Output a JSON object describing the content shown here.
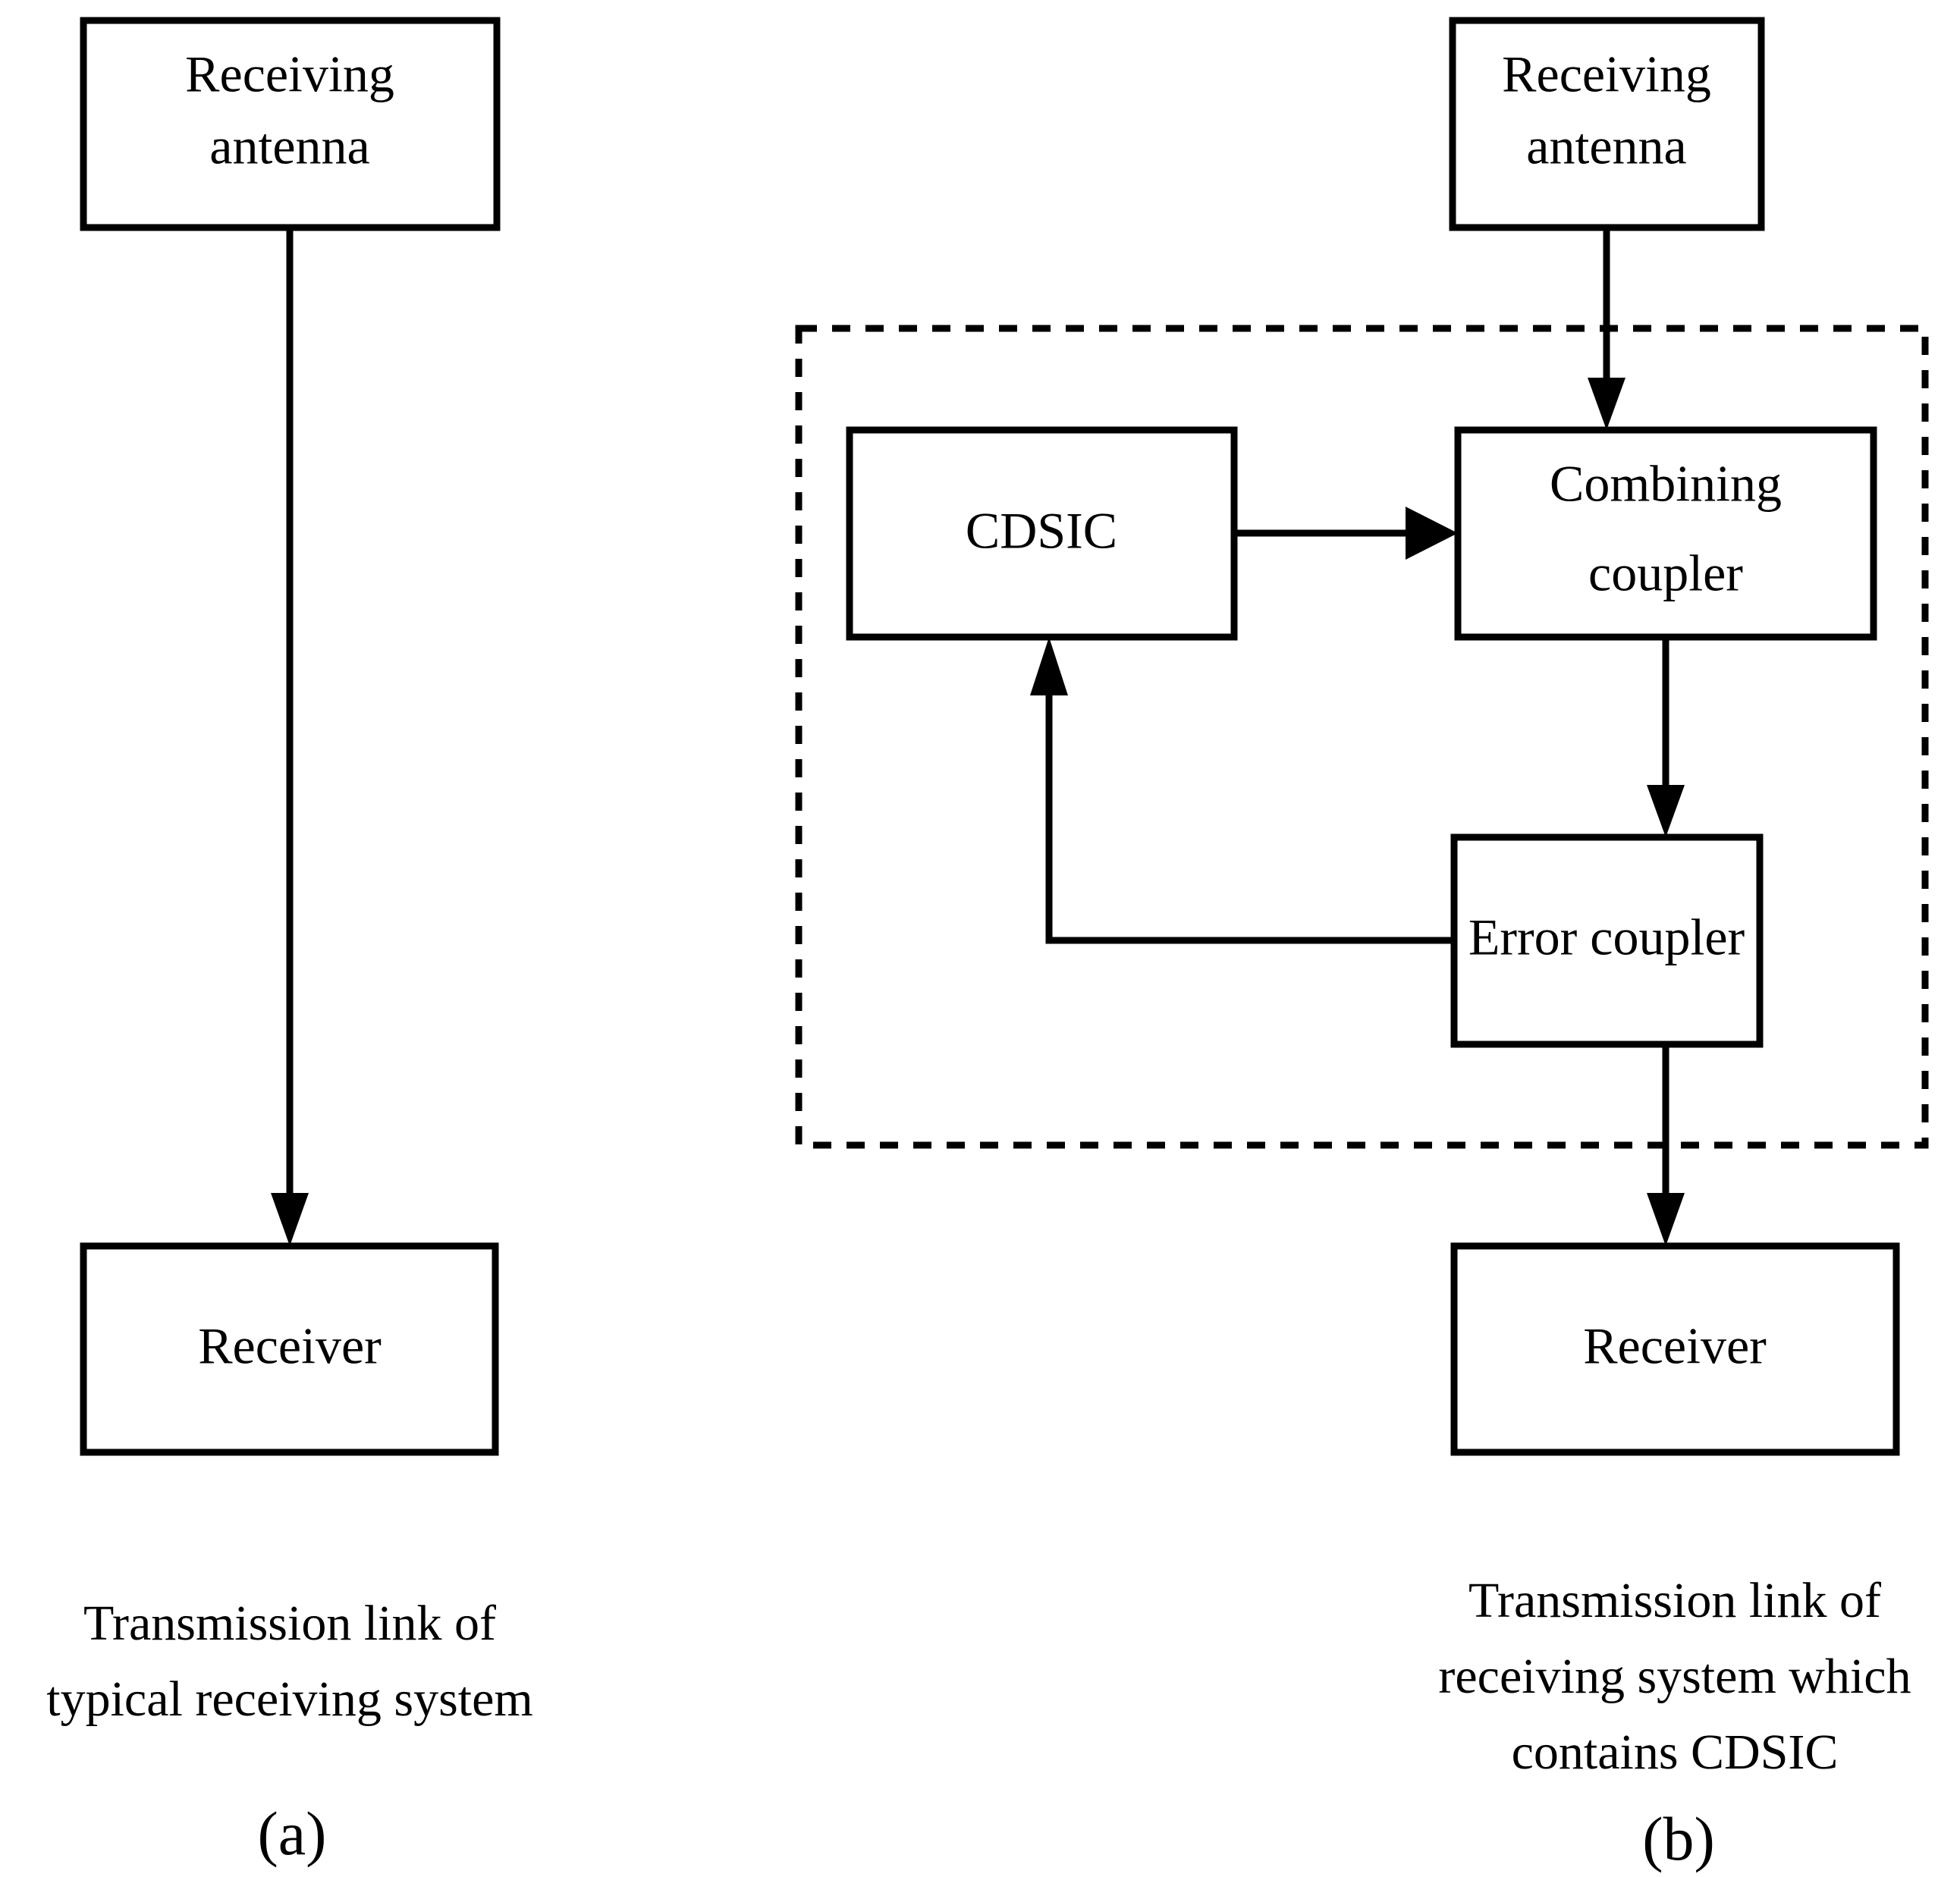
{
  "figure": {
    "panels": [
      {
        "letter": "(a)",
        "caption_lines": [
          "Transmission link of",
          "typical receiving system"
        ],
        "nodes": [
          {
            "id": "antenna-a",
            "label_lines": [
              "Receiving",
              "antenna"
            ]
          },
          {
            "id": "receiver-a",
            "label_lines": [
              "Receiver"
            ]
          }
        ],
        "edges": [
          {
            "from": "antenna-a",
            "to": "receiver-a",
            "style": "solid-arrow"
          }
        ]
      },
      {
        "letter": "(b)",
        "caption_lines": [
          "Transmission link of",
          "receiving system which",
          "contains CDSIC"
        ],
        "nodes": [
          {
            "id": "antenna-b",
            "label_lines": [
              "Receiving",
              "antenna"
            ]
          },
          {
            "id": "cdsic",
            "label_lines": [
              "CDSIC"
            ]
          },
          {
            "id": "combining-coupler",
            "label_lines": [
              "Combining",
              "coupler"
            ]
          },
          {
            "id": "error-coupler",
            "label_lines": [
              "Error coupler"
            ]
          },
          {
            "id": "receiver-b",
            "label_lines": [
              "Receiver"
            ]
          }
        ],
        "group": {
          "id": "cdsic-subsystem",
          "style": "dashed"
        },
        "edges": [
          {
            "from": "antenna-b",
            "to": "combining-coupler",
            "style": "solid-arrow"
          },
          {
            "from": "cdsic",
            "to": "combining-coupler",
            "style": "solid-arrow"
          },
          {
            "from": "combining-coupler",
            "to": "error-coupler",
            "style": "solid-arrow"
          },
          {
            "from": "error-coupler",
            "to": "cdsic",
            "style": "solid-arrow-feedback"
          },
          {
            "from": "error-coupler",
            "to": "receiver-b",
            "style": "solid-arrow"
          }
        ]
      }
    ]
  },
  "colors": {
    "stroke": "#000000",
    "background": "#ffffff"
  }
}
